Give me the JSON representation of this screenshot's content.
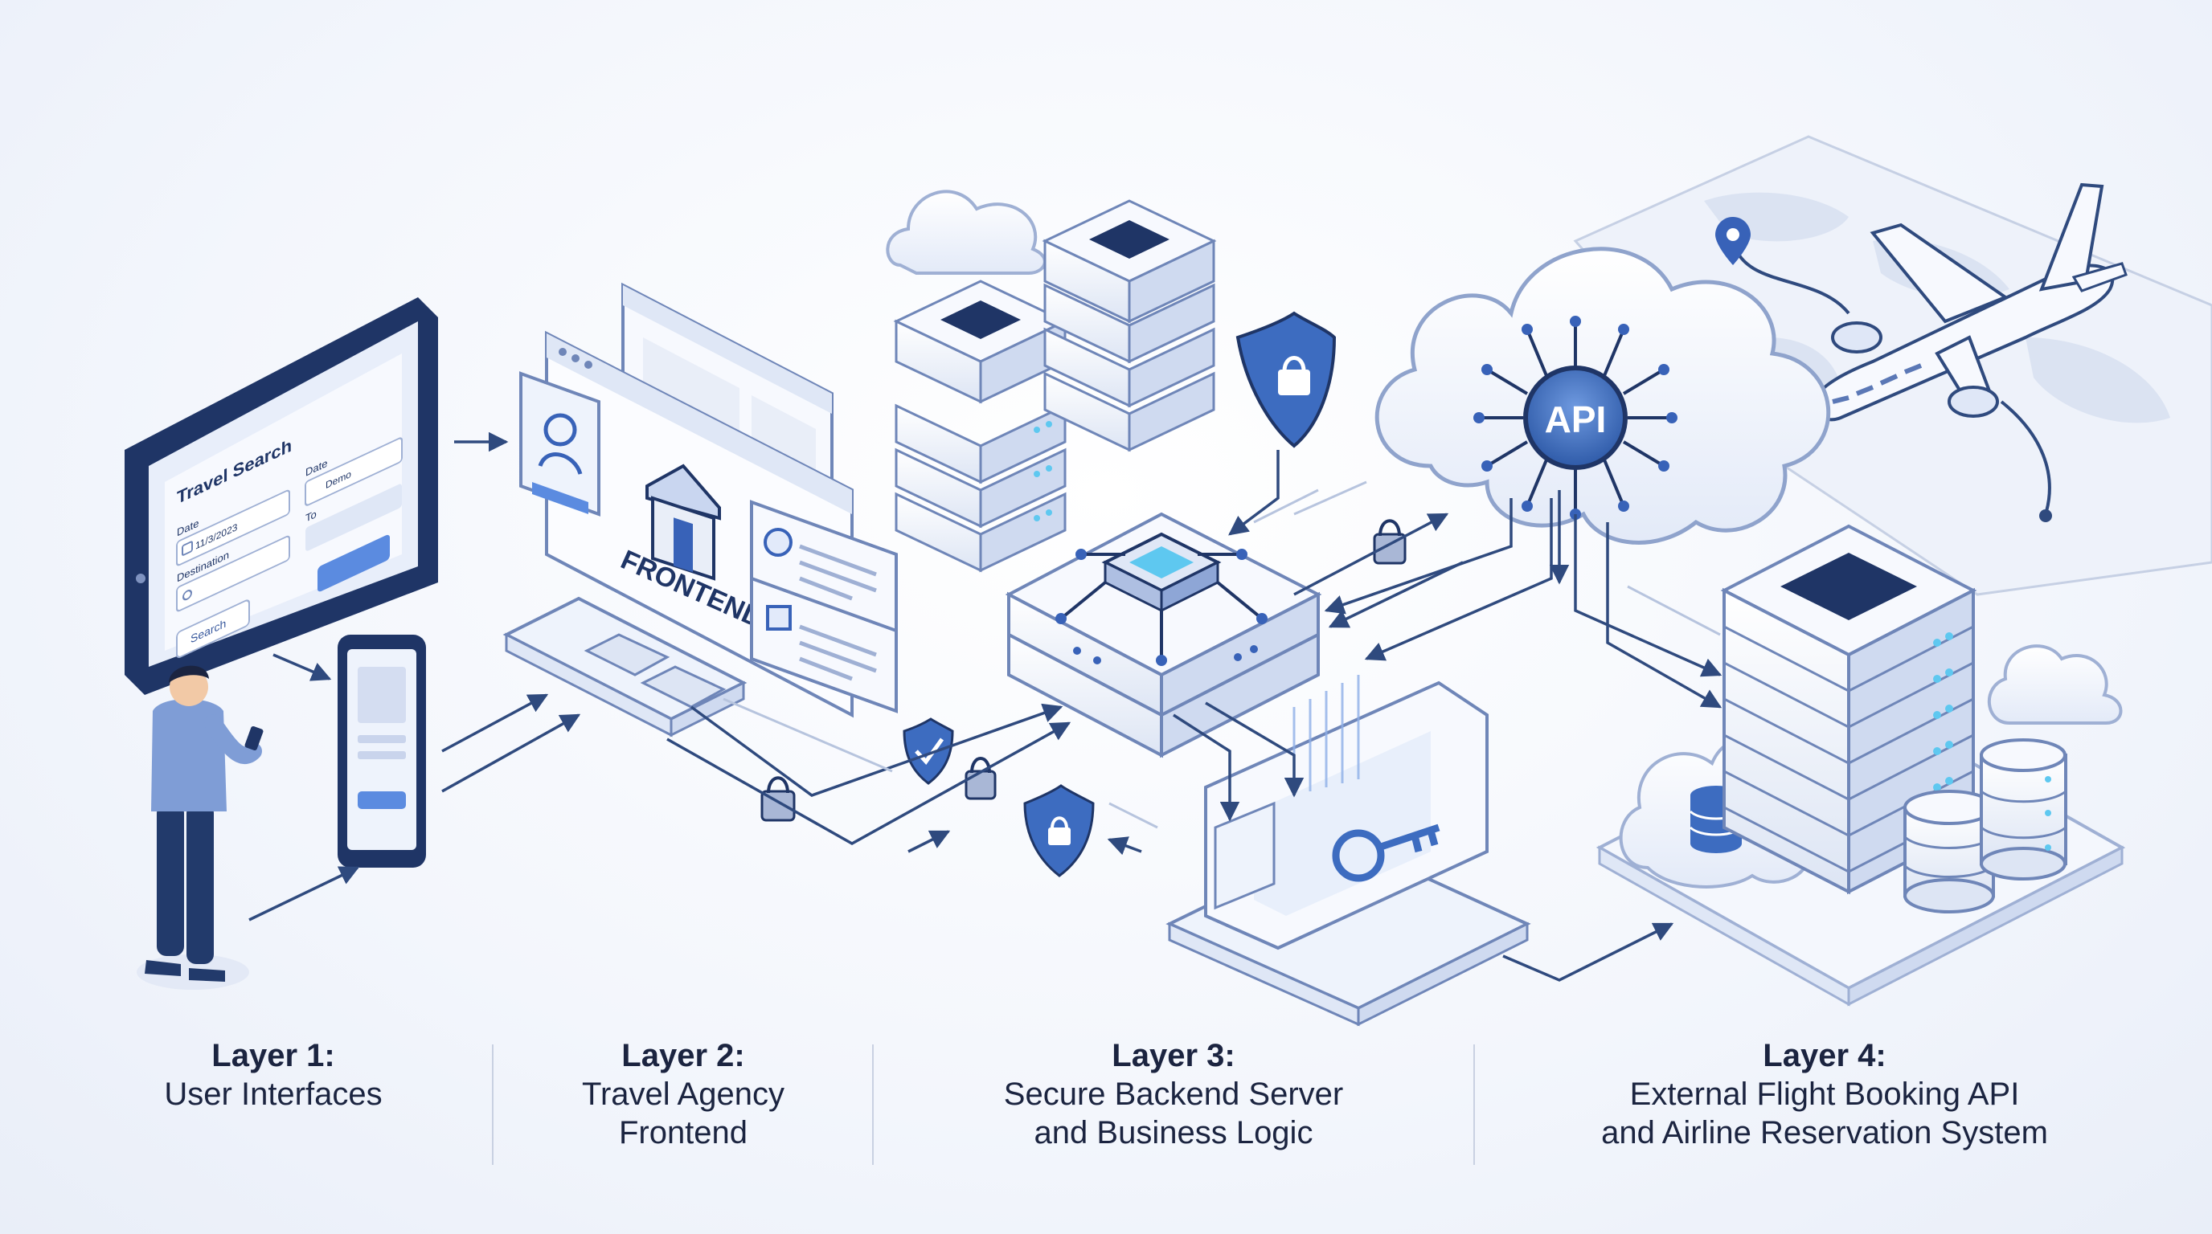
{
  "tablet": {
    "title": "Travel Search",
    "date_label": "Date",
    "date_value": "11/3/2023",
    "destination_label": "Destination",
    "date2_label": "Date",
    "date2_value": "Demo",
    "to_label": "To",
    "search_button": "Search"
  },
  "frontend_label": "FRONTEND",
  "api_label": "API",
  "layers": [
    {
      "title": "Layer 1:",
      "desc": "User Interfaces"
    },
    {
      "title": "Layer 2:",
      "desc": "Travel Agency\nFrontend"
    },
    {
      "title": "Layer 3:",
      "desc": "Secure Backend Server\nand Business Logic"
    },
    {
      "title": "Layer 4:",
      "desc": "External Flight Booking API\nand Airline Reservation System"
    }
  ],
  "colors": {
    "navy": "#1f3566",
    "accent": "#4a7bd0",
    "light": "#dfe8f8",
    "glow": "#5ec8f0"
  }
}
